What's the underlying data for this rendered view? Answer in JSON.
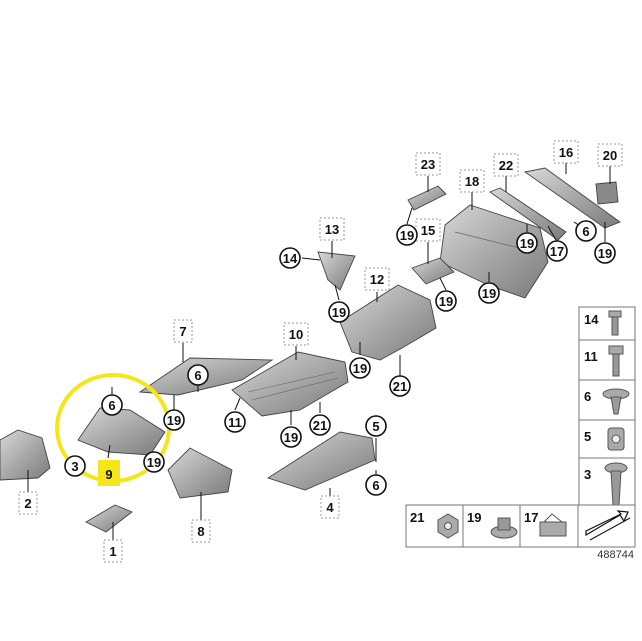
{
  "diagram_id": "488744",
  "callouts": {
    "p1": "1",
    "p2": "2",
    "p3": "3",
    "p4": "4",
    "p5": "5",
    "p6a": "6",
    "p6b": "6",
    "p6c": "6",
    "p6d": "6",
    "p7": "7",
    "p8": "8",
    "p9": "9",
    "p10": "10",
    "p11": "11",
    "p12": "12",
    "p13": "13",
    "p14": "14",
    "p15": "15",
    "p16": "16",
    "p17": "17",
    "p18": "18",
    "p19a": "19",
    "p19b": "19",
    "p19c": "19",
    "p19d": "19",
    "p19e": "19",
    "p19f": "19",
    "p19g": "19",
    "p19h": "19",
    "p19i": "19",
    "p19j": "19",
    "p19k": "19",
    "p20": "20",
    "p21a": "21",
    "p21b": "21",
    "p22": "22",
    "p23": "23",
    "p11b": "11",
    "p5b": "5",
    "p3b": "3",
    "p6e": "6",
    "p14b": "14"
  },
  "fastener_legend": {
    "right": [
      "14",
      "11",
      "6",
      "5",
      "3"
    ],
    "bottom": [
      "21",
      "19",
      "17"
    ]
  },
  "highlight": {
    "color": "#f5e61a",
    "part": "9"
  }
}
